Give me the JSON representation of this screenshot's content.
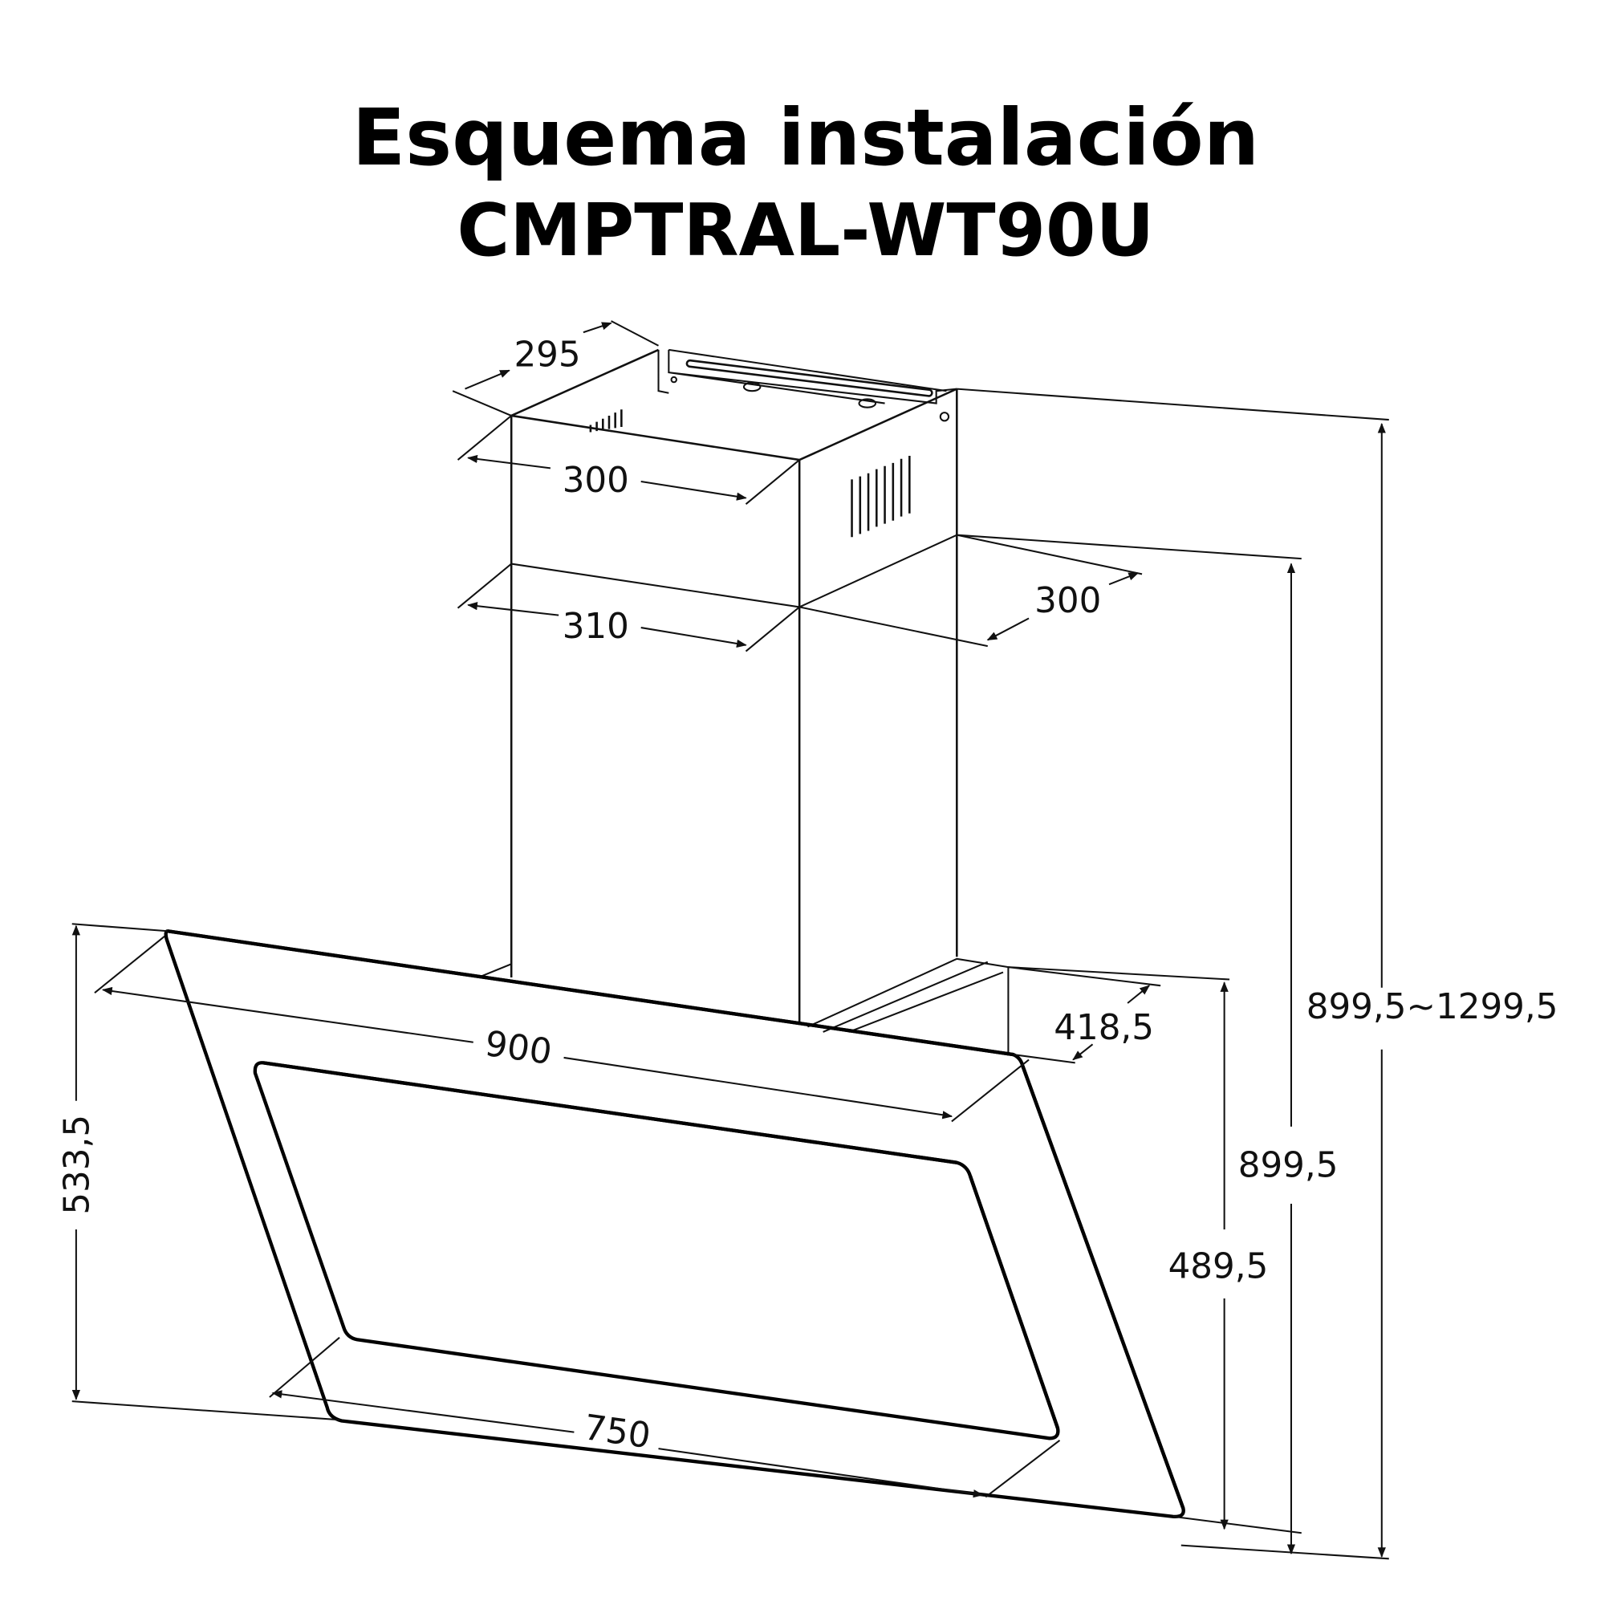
{
  "title": {
    "line1": "Esquema instalación",
    "line2": "CMPTRAL-WT90U"
  },
  "dimensions": {
    "chimney_depth_top": "295",
    "chimney_width_upper": "300",
    "chimney_width_lower": "310",
    "chimney_depth_lower": "300",
    "hood_width": "900",
    "hood_depth": "418,5",
    "glass_width": "750",
    "hood_height": "533,5",
    "height_lower": "489,5",
    "height_min": "899,5",
    "height_range": "899,5~1299,5"
  }
}
